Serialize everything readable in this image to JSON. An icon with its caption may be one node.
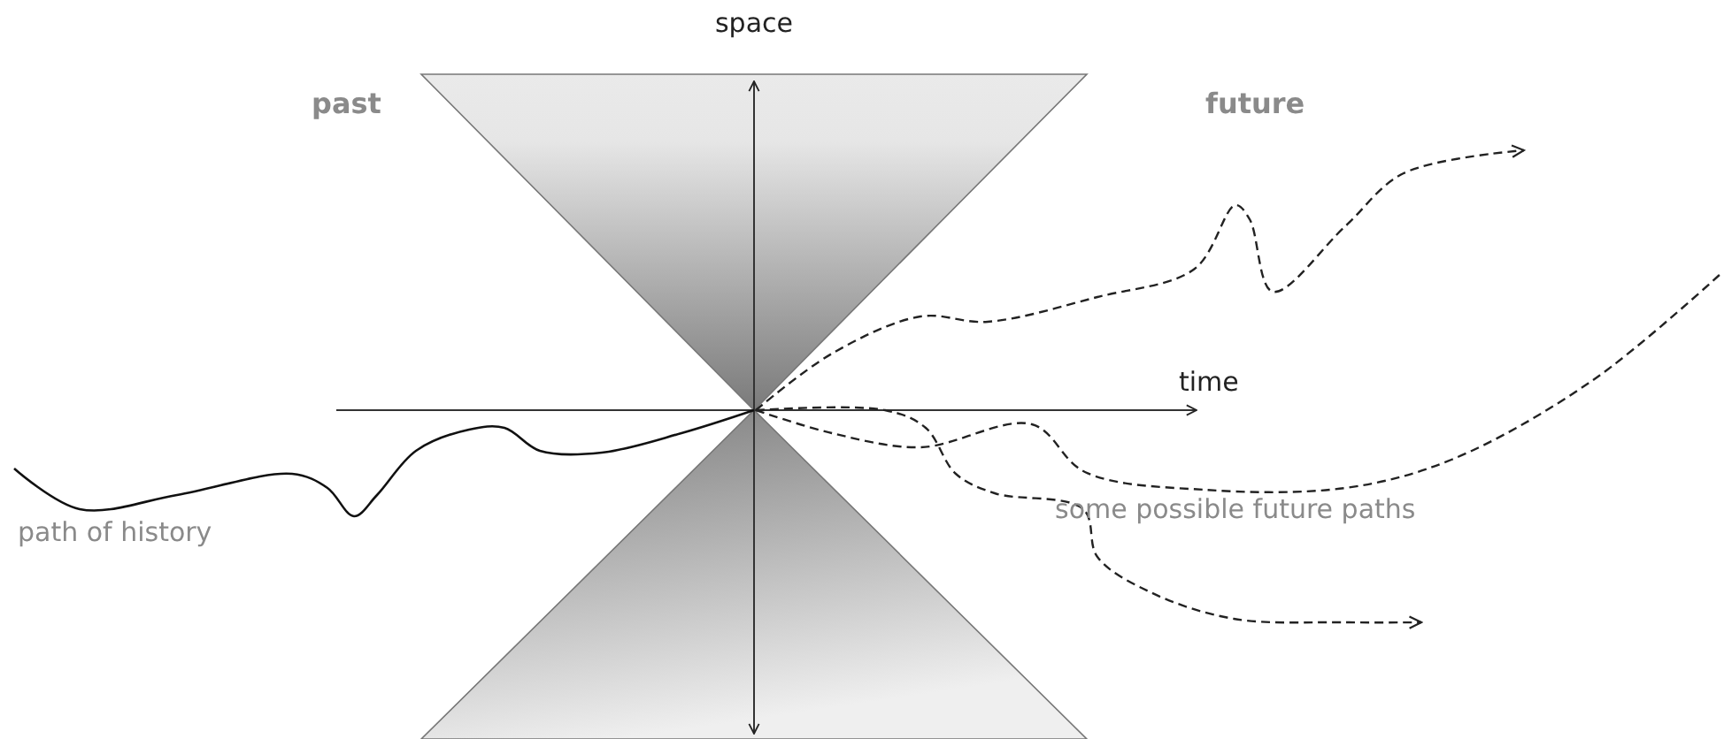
{
  "diagram": {
    "labels": [
      "space",
      "past",
      "future",
      "time",
      "path of history",
      "some possible future paths"
    ]
  }
}
